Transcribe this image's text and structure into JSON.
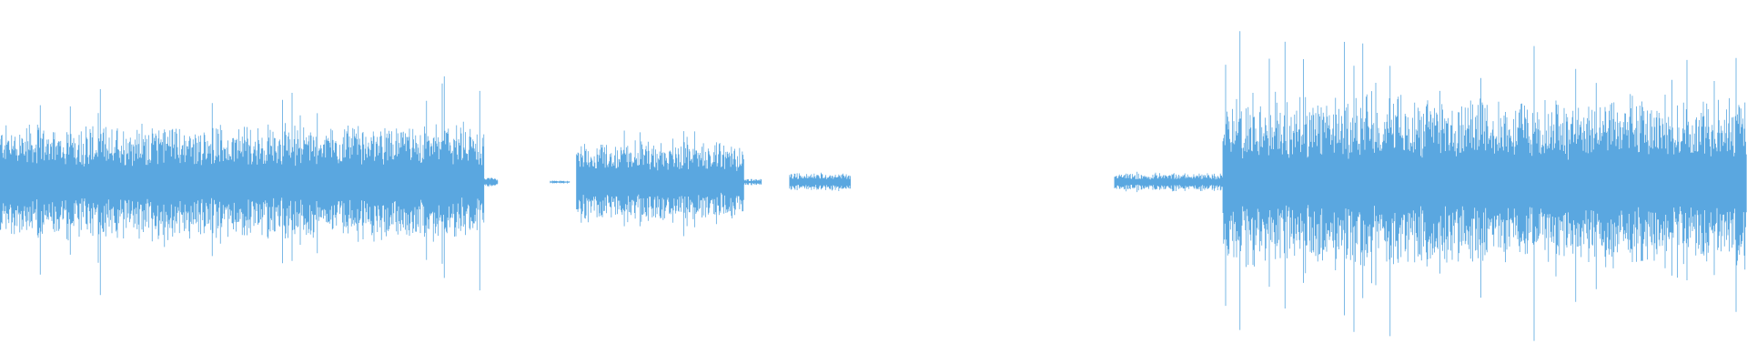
{
  "waveform": {
    "color": "#5aa7e0",
    "background": "#ffffff",
    "segments": [
      {
        "start": 0.0,
        "end": 0.277,
        "level": 0.38,
        "peak_scale": 1.35
      },
      {
        "start": 0.277,
        "end": 0.285,
        "level": 0.03,
        "peak_scale": 1.0
      },
      {
        "start": 0.315,
        "end": 0.326,
        "level": 0.01,
        "peak_scale": 1.0
      },
      {
        "start": 0.33,
        "end": 0.426,
        "level": 0.26,
        "peak_scale": 1.25
      },
      {
        "start": 0.426,
        "end": 0.436,
        "level": 0.02,
        "peak_scale": 1.0
      },
      {
        "start": 0.452,
        "end": 0.487,
        "level": 0.06,
        "peak_scale": 1.0
      },
      {
        "start": 0.638,
        "end": 0.7,
        "level": 0.06,
        "peak_scale": 1.0
      },
      {
        "start": 0.7,
        "end": 1.0,
        "level": 0.55,
        "peak_scale": 1.55
      }
    ]
  }
}
